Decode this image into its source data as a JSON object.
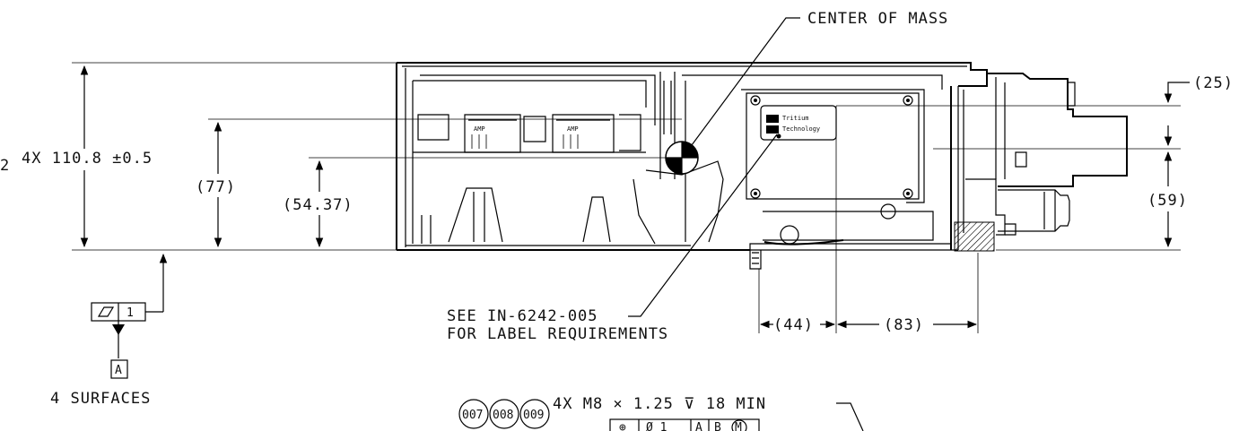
{
  "annotations": {
    "center_of_mass": "CENTER OF MASS",
    "overall_height": "4X 110.8 ±0.5",
    "partial_glyph": "2",
    "dim_77": "(77)",
    "dim_54_37": "(54.37)",
    "dim_25": "(25)",
    "dim_59": "(59)",
    "dim_44": "(44)",
    "dim_83": "(83)",
    "see_ref_line1": "SEE IN-6242-005",
    "see_ref_line2": "FOR LABEL REQUIREMENTS",
    "flatness_value": "1",
    "datum_a": "A",
    "four_surfaces": "4 SURFACES",
    "thread_callout": "4X  M8 × 1.25 ⊽ 18 MIN",
    "balloon_1": "007",
    "balloon_2": "008",
    "balloon_3": "009",
    "fcf_symbol": "⊕",
    "fcf_tolerance": "Ø 1",
    "fcf_datum_a": "A",
    "fcf_datum_b": "B",
    "fcf_modifier": "M"
  },
  "label_plate": {
    "line1": "Tritium",
    "line2": "Technology"
  },
  "connector_marks": {
    "left": "AMP",
    "right": "AMP"
  }
}
